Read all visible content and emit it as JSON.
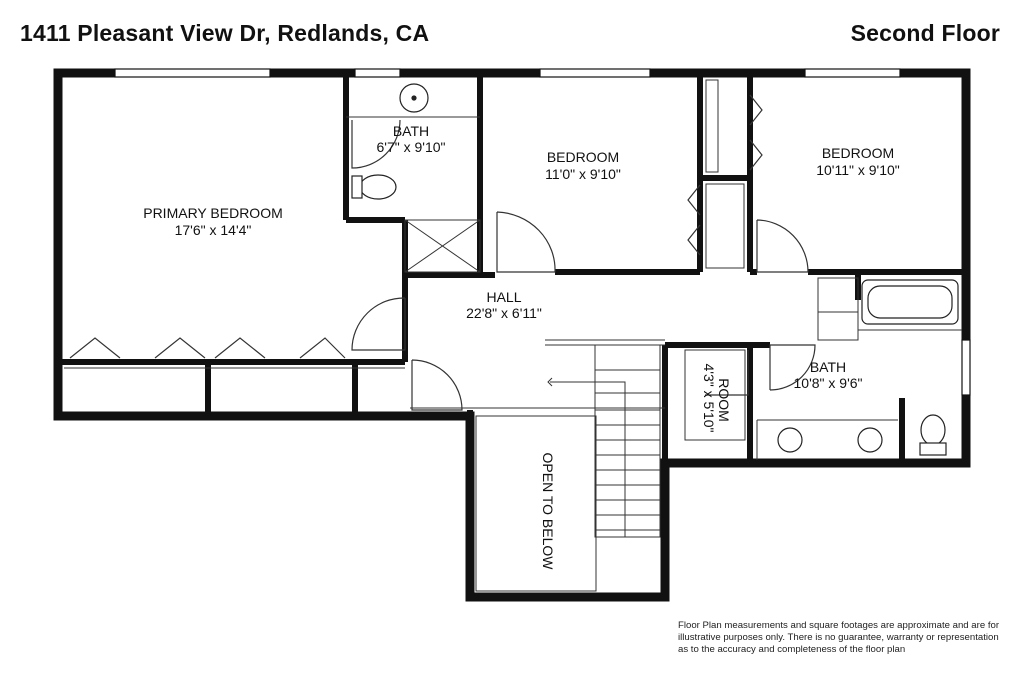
{
  "header": {
    "address": "1411 Pleasant View Dr, Redlands, CA",
    "floor_label": "Second Floor"
  },
  "rooms": {
    "primary_bedroom": {
      "name": "PRIMARY BEDROOM",
      "dims": "17'6\" x 14'4\""
    },
    "bath_1": {
      "name": "BATH",
      "dims": "6'7\" x 9'10\""
    },
    "bedroom_1": {
      "name": "BEDROOM",
      "dims": "11'0\" x 9'10\""
    },
    "bedroom_2": {
      "name": "BEDROOM",
      "dims": "10'11\" x 9'10\""
    },
    "hall": {
      "name": "HALL",
      "dims": "22'8\" x 6'11\""
    },
    "room": {
      "name": "ROOM",
      "dims": "4'3\" x 5'10\""
    },
    "bath_2": {
      "name": "BATH",
      "dims": "10'8\" x 9'6\""
    },
    "open_to_below": {
      "name": "OPEN TO BELOW"
    }
  },
  "disclaimer": "Floor Plan measurements and square footages are approximate and are for illustrative purposes only. There is no guarantee, warranty or representation as to the accuracy and completeness of the floor plan"
}
